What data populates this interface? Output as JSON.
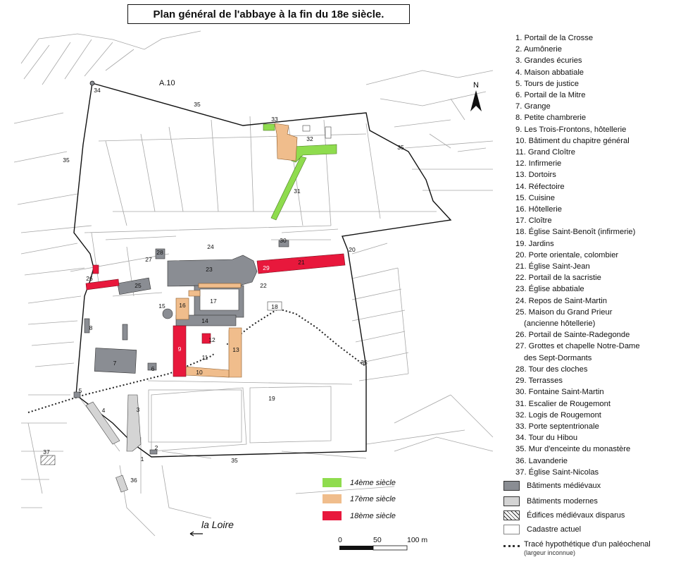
{
  "title": "Plan général de l'abbaye à la fin du 18e siècle.",
  "legend_items": [
    "1. Portail de la Crosse",
    "2. Aumônerie",
    "3. Grandes écuries",
    "4. Maison abbatiale",
    "5. Tours de justice",
    "6. Portail de la Mitre",
    "7. Grange",
    "8. Petite chambrerie",
    "9. Les Trois-Frontons, hôtellerie",
    "10. Bâtiment du chapitre général",
    "11. Grand Cloître",
    "12. Infirmerie",
    "13. Dortoirs",
    "14. Réfectoire",
    "15. Cuisine",
    "16. Hôtellerie",
    "17. Cloître",
    "18. Église Saint-Benoît (infirmerie)",
    "19. Jardins",
    "20. Porte orientale, colombier",
    "21. Église Saint-Jean",
    "22. Portail de la sacristie",
    "23. Église abbatiale",
    "24. Repos de Saint-Martin",
    "25. Maison du Grand Prieur",
    "(ancienne hôtellerie)",
    "26. Portail de Sainte-Radegonde",
    "27. Grottes et chapelle Notre-Dame",
    "des Sept-Dormants",
    "28. Tour des cloches",
    "29. Terrasses",
    "30. Fontaine Saint-Martin",
    "31. Escalier de Rougemont",
    "32. Logis de Rougemont",
    "33. Porte septentrionale",
    "34. Tour du Hibou",
    "35. Mur d'enceinte du monastère",
    "36. Lavanderie",
    "37. Église Saint-Nicolas"
  ],
  "keys": {
    "medieval": "Bâtiments médiévaux",
    "modern": "Bâtiments modernes",
    "lost": "Édifices médiévaux disparus",
    "cadastre": "Cadastre actuel",
    "paleochannel": "Tracé hypothétique d'un paléochenal",
    "paleochannel_note": "(largeur inconnue)"
  },
  "centuries": {
    "c14": "14ème siècle",
    "c17": "17ème siècle",
    "c18": "18ème siècle"
  },
  "colors": {
    "medieval": "#8a8d93",
    "modern": "#d4d4d4",
    "c14": "#8fdc4e",
    "c17": "#f0bd8c",
    "c18": "#e8183c"
  },
  "map": {
    "road_label": "A.10",
    "river_label": "la Loire",
    "north": "N",
    "numbers": {
      "n1": "1",
      "n2": "2",
      "n3": "3",
      "n4": "4",
      "n5": "5",
      "n6": "6",
      "n7": "7",
      "n8": "8",
      "n9": "9",
      "n10": "10",
      "n11": "11",
      "n12": "12",
      "n13": "13",
      "n14": "14",
      "n15": "15",
      "n16": "16",
      "n17": "17",
      "n18": "18",
      "n19": "19",
      "n20": "20",
      "n21": "21",
      "n22": "22",
      "n23": "23",
      "n24": "24",
      "n25": "25",
      "n26": "26",
      "n27": "27",
      "n28": "28",
      "n29": "29",
      "n30": "30",
      "n31": "31",
      "n32": "32",
      "n33": "33",
      "n34": "34",
      "n35": "35",
      "n36": "36",
      "n37": "37"
    }
  },
  "scale": {
    "t0": "0",
    "t50": "50",
    "t100": "100 m"
  }
}
